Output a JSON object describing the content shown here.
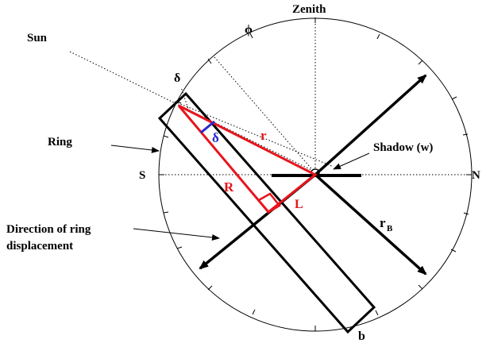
{
  "labels": {
    "zenith": "Zenith",
    "phi": "ϕ",
    "sun": "Sun",
    "delta_outer": "δ",
    "ring": "Ring",
    "s": "S",
    "n": "N",
    "shadow": "Shadow (w)",
    "r_b_main": "r",
    "r_b_sub": "B",
    "direction_line1": "Direction of ring",
    "direction_line2": "displacement",
    "b": "b",
    "r_small": "r",
    "R_big": "R",
    "L": "L",
    "delta_inner": "δ"
  },
  "colors": {
    "ink": "#000000",
    "triangle": "#e8141c",
    "angle": "#2a2acc",
    "background": "#ffffff"
  }
}
